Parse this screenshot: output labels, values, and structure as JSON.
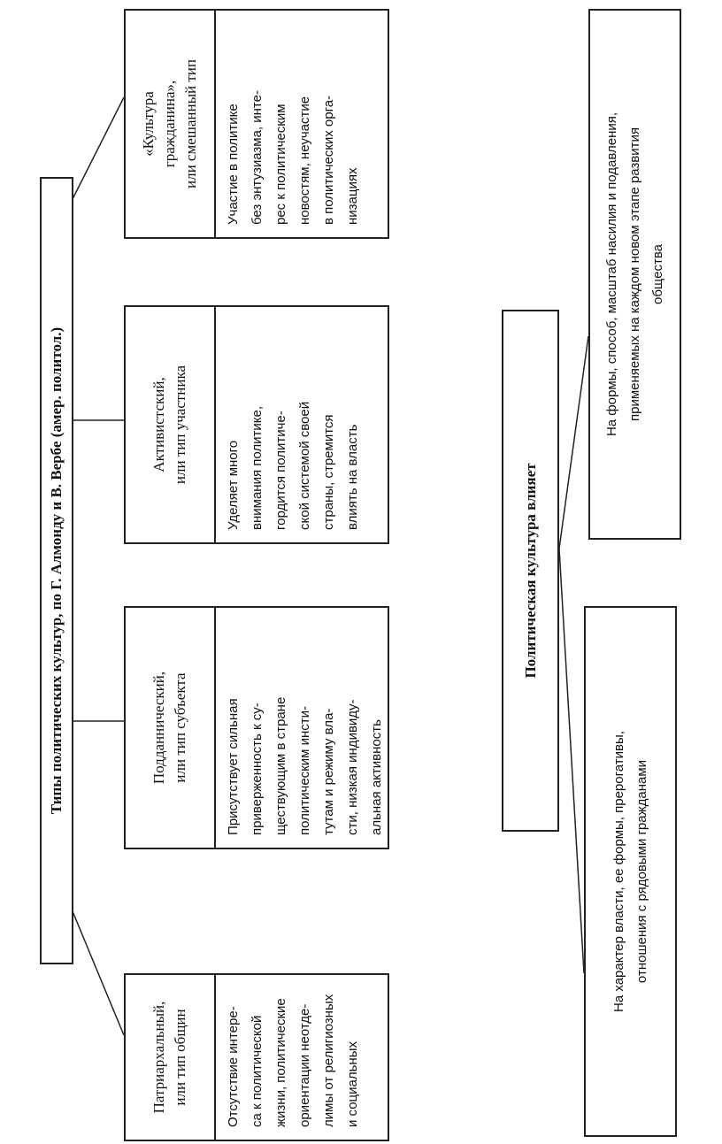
{
  "types_diagram": {
    "title": "Типы политических культур, по Г. Алмонду и В. Вербе (амер. политол.)",
    "types": [
      {
        "header": "Патриархальный,\nили тип общин",
        "description": "Отсутствие интере-\nса к политической\nжизни, политические\nориентации неотде-\nлимы от религиозных\nи социальных"
      },
      {
        "header": "Подданнический,\nили тип субъекта",
        "description": "Присутствует сильная\nприверженность к су-\nществующим в стране\nполитическим инсти-\nтутам и режиму вла-\nсти, низкая индивиду-\nальная активность"
      },
      {
        "header": "Активистский,\nили тип участника",
        "description": "Уделяет много\nвнимания политике,\nгордится политиче-\nской системой своей\nстраны, стремится\nвлиять на власть"
      },
      {
        "header": "«Культура\nгражданина»,\nили смешанный тип",
        "description": "Участие в политике\nбез энтузиазма, инте-\nрес к политическим\nновостям, неучастие\nв политических орга-\nнизациях"
      }
    ]
  },
  "influence_diagram": {
    "title": "Политическая культура влияет",
    "items": [
      "На характер власти, ее формы, прерогативы,\nотношения с рядовыми гражданами",
      "На формы, способ, масштаб насилия и подавления,\nприменяемых на каждом новом этапе развития\nобщества"
    ]
  },
  "colors": {
    "line": "#222222",
    "background": "#ffffff"
  }
}
